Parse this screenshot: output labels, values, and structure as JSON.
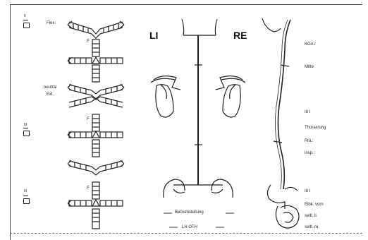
{
  "left_section": {
    "markers": [
      "II",
      "III",
      "III"
    ],
    "labels": {
      "flex": "Flex.",
      "neutral": "neutral",
      "ext": "Ext.",
      "f1": "F",
      "f2": "F",
      "f3": "F"
    }
  },
  "middle_section": {
    "left_side": "LI",
    "right_side": "RE",
    "bottom_line1": "Beckenstellung",
    "bottom_line2": "LH  OTH"
  },
  "right_section": {
    "labels": {
      "top": "KGA   /",
      "sub_top": "Mitte",
      "mid_num": "III  I",
      "mid_word": "Thorax/ung",
      "mid_a": "Prä.:",
      "mid_b": "insp.:",
      "low_num": "III  I",
      "low_a": "Elbk. vorn",
      "low_b": "seitl. li.",
      "low_c": "seitl. re."
    }
  }
}
